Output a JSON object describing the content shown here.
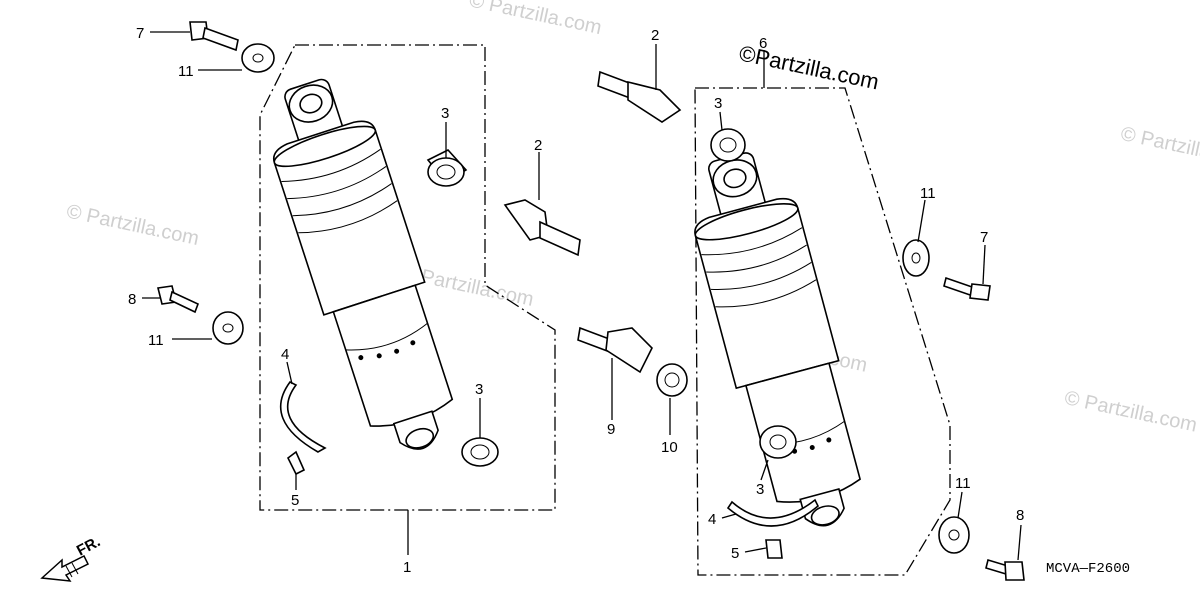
{
  "watermark": "© Partzilla.com",
  "brand_watermark": "©Partzilla.com",
  "diagram_code": "MCVA—F2600",
  "front_label": "FR.",
  "callouts": {
    "c1": "1",
    "c2a": "2",
    "c2b": "2",
    "c3a": "3",
    "c3b": "3",
    "c3c": "3",
    "c3d": "3",
    "c4a": "4",
    "c4b": "4",
    "c5a": "5",
    "c5b": "5",
    "c6": "6",
    "c7a": "7",
    "c7b": "7",
    "c8a": "8",
    "c8b": "8",
    "c9": "9",
    "c10": "10",
    "c11a": "11",
    "c11b": "11",
    "c11c": "11",
    "c11d": "11"
  }
}
